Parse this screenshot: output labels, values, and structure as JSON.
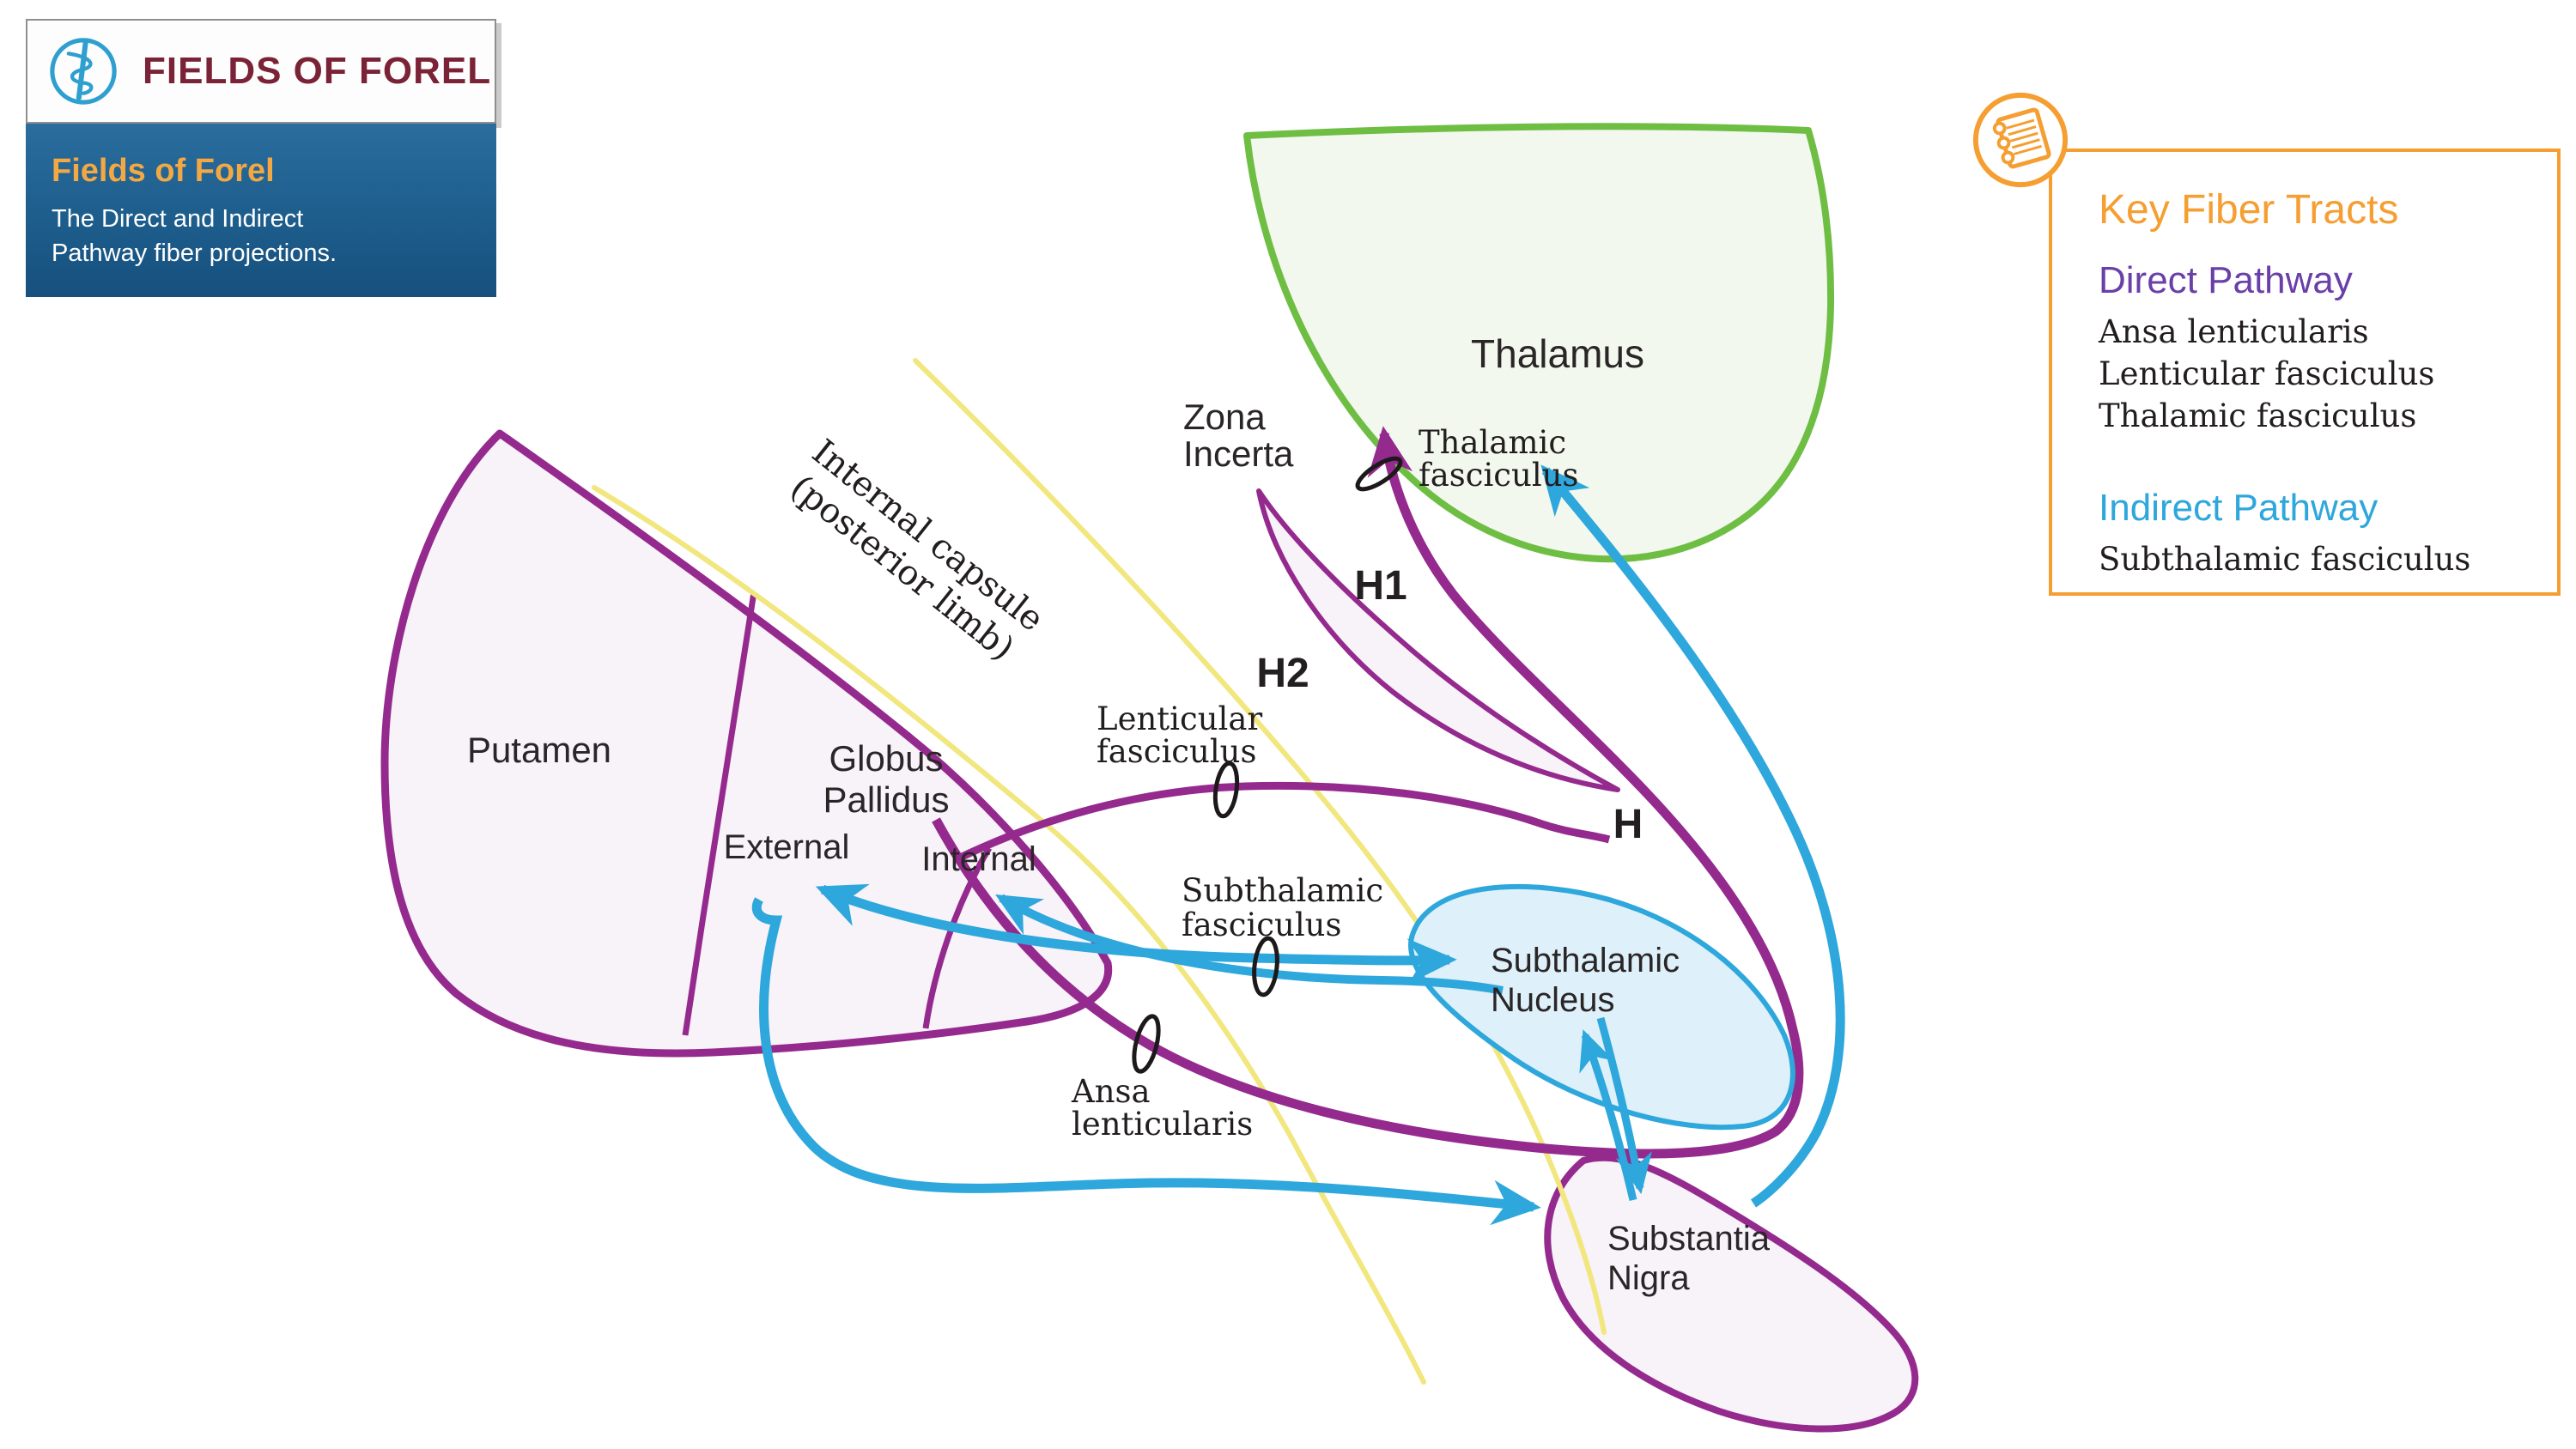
{
  "header": {
    "logo_text": "FIELDS OF FOREL",
    "title": "Fields of Forel",
    "subtitle": [
      "The Direct and Indirect",
      "Pathway fiber projections."
    ]
  },
  "legend": {
    "title": "Key Fiber Tracts",
    "direct": {
      "title": "Direct Pathway",
      "items": [
        "Ansa lenticularis",
        "Lenticular fasciculus",
        "Thalamic fasciculus"
      ]
    },
    "indirect": {
      "title": "Indirect Pathway",
      "items": [
        "Subthalamic fasciculus"
      ]
    }
  },
  "diagram": {
    "structures": {
      "putamen": "Putamen",
      "globus_pallidus": [
        "Globus",
        "Pallidus"
      ],
      "gp_external": "External",
      "gp_internal": "Internal",
      "thalamus": "Thalamus",
      "zona_incerta": [
        "Zona",
        "Incerta"
      ],
      "subthalamic_nucleus": [
        "Subthalamic",
        "Nucleus"
      ],
      "substantia_nigra": [
        "Substantia",
        "Nigra"
      ]
    },
    "tracts": {
      "internal_capsule": [
        "Internal capsule",
        "(posterior limb)"
      ],
      "thalamic_fasciculus": [
        "Thalamic",
        "fasciculus"
      ],
      "lenticular_fasciculus": [
        "Lenticular",
        "fasciculus"
      ],
      "subthalamic_fasciculus": [
        "Subthalamic",
        "fasciculus"
      ],
      "ansa_lenticularis": [
        "Ansa",
        "lenticularis"
      ]
    },
    "fields": {
      "h1": "H1",
      "h2": "H2",
      "h": "H"
    }
  },
  "colors": {
    "purple": "#952a8e",
    "blue": "#2ea7dc",
    "green": "#6fbe44",
    "yellow": "#f1e77e",
    "orange": "#f59e31",
    "orangetext": "#f3a844",
    "directpurple": "#6a3fa8",
    "maroon": "#7b2336",
    "headerblue": "#1f608f",
    "lavender_fill": "#f8f2f9",
    "green_fill": "#f3f8ef",
    "blue_fill": "#def0f9"
  }
}
